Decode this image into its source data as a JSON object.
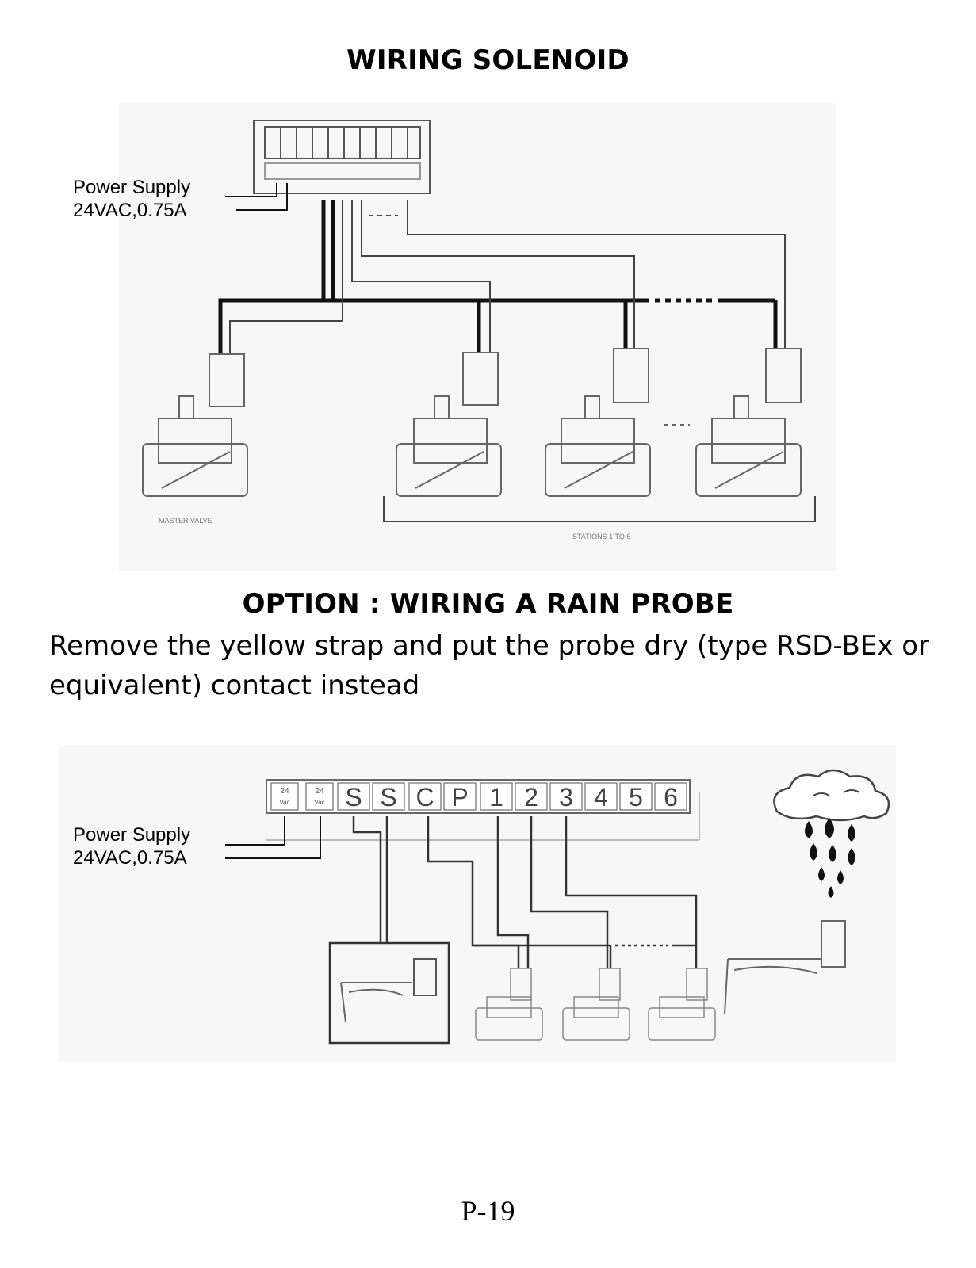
{
  "title": "WIRING SOLENOID",
  "option_title": "OPTION : WIRING A RAIN PROBE",
  "instruction": "Remove the yellow strap and put the probe dry (type RSD-BEx or equivalent) contact instead",
  "diagram1": {
    "power_label": "Power Supply",
    "power_spec": "24VAC,0.75A",
    "master_valve_label": "MASTER VALVE",
    "stations_label": "STATIONS 1 TO 6"
  },
  "diagram2": {
    "power_label": "Power Supply",
    "power_spec": "24VAC,0.75A",
    "terminals": [
      "S",
      "S",
      "C",
      "P",
      "1",
      "2",
      "3",
      "4",
      "5",
      "6"
    ],
    "vac_terminals": [
      "24",
      "24"
    ],
    "vac_sub": "Vac"
  },
  "page_number": "P-19"
}
